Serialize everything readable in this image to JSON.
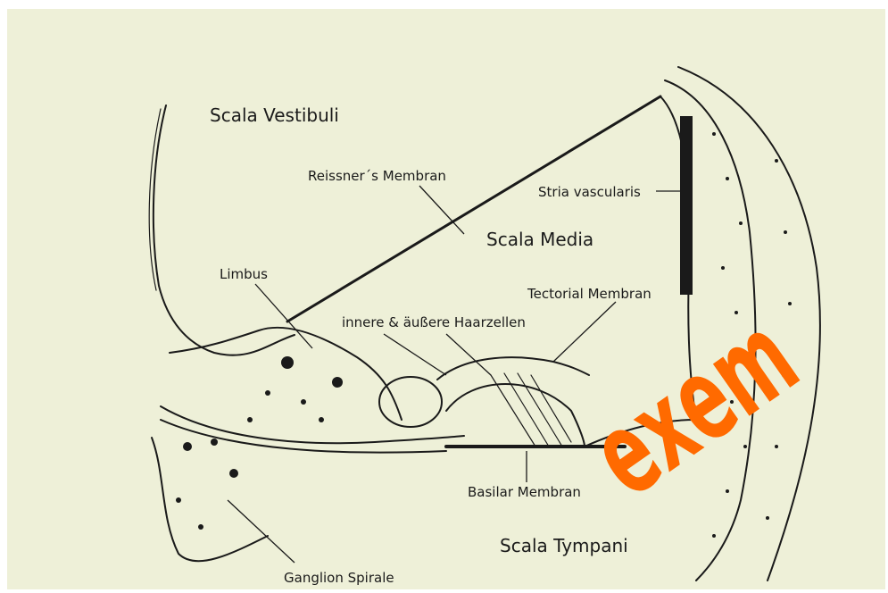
{
  "diagram": {
    "background": "#eef0d8",
    "watermark": "exem",
    "labels": {
      "scala_vestibuli": "Scala Vestibuli",
      "reissner": "Reissner´s Membran",
      "stria": "Stria vascularis",
      "scala_media": "Scala Media",
      "limbus": "Limbus",
      "tectorial": "Tectorial Membran",
      "haarzellen": "innere & äußere Haarzellen",
      "basilar": "Basilar Membran",
      "scala_tympani": "Scala Tympani",
      "ganglion": "Ganglion Spirale"
    }
  }
}
